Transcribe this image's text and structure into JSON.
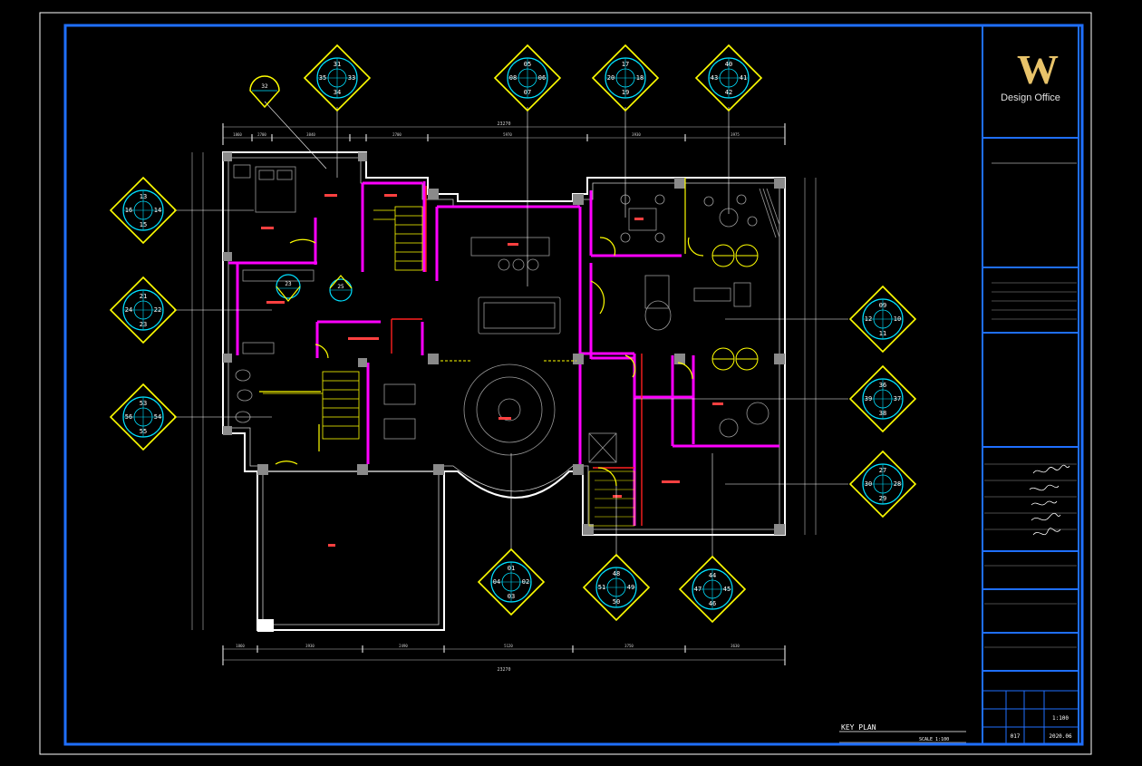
{
  "colors": {
    "background": "#000000",
    "frame_blue": "#1f6fff",
    "outline_white": "#ffffff",
    "wall_magenta": "#ff00ff",
    "wall_red": "#ff2020",
    "door_yellow": "#ffff00",
    "dimension_gray": "#bdbdbd",
    "symbol_cyan": "#00e0ff",
    "logo_gold": "#e8c36a"
  },
  "title_block": {
    "logo_letter": "W",
    "logo_text": "Design Office",
    "scale": "1:100",
    "date": "2020.06",
    "sheet_no": "017"
  },
  "key_plan": {
    "label": "KEY PLAN",
    "scale_note": "SCALE 1:100"
  },
  "dimensions": {
    "top_total": "23270",
    "top_segments": [
      "1860",
      "2700",
      "3840",
      "2700",
      "5970",
      "3930",
      "3975"
    ],
    "bottom_total": "23270",
    "bottom_segments": [
      "1860",
      "3930",
      "2490",
      "5120",
      "3750",
      "3630"
    ]
  },
  "elevation_markers": [
    {
      "nums": [
        "31",
        "33",
        "34",
        "35"
      ]
    },
    {
      "nums": [
        "05",
        "06",
        "07",
        "08"
      ]
    },
    {
      "nums": [
        "17",
        "18",
        "19",
        "20"
      ]
    },
    {
      "nums": [
        "40",
        "41",
        "42",
        "43"
      ]
    },
    {
      "nums": [
        "13",
        "14",
        "15",
        "16"
      ]
    },
    {
      "nums": [
        "21",
        "22",
        "23",
        "24"
      ]
    },
    {
      "nums": [
        "53",
        "54",
        "55",
        "56"
      ]
    },
    {
      "nums": [
        "09",
        "10",
        "11",
        "12"
      ]
    },
    {
      "nums": [
        "36",
        "37",
        "38",
        "39"
      ]
    },
    {
      "nums": [
        "27",
        "28",
        "29",
        "30"
      ]
    },
    {
      "nums": [
        "01",
        "02",
        "03",
        "04"
      ]
    },
    {
      "nums": [
        "48",
        "49",
        "50",
        "51"
      ]
    },
    {
      "nums": [
        "44",
        "45",
        "46",
        "47"
      ]
    }
  ],
  "single_markers": [
    "32",
    "23",
    "25"
  ]
}
